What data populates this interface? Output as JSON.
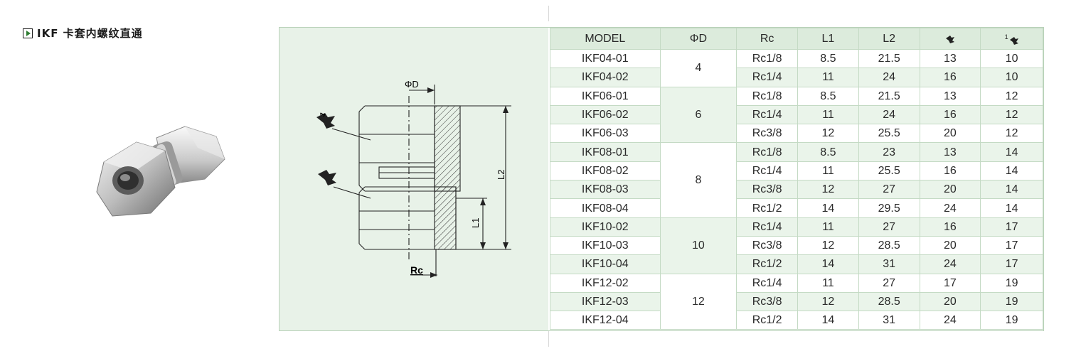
{
  "title": "IKF 卡套内螺纹直通",
  "drawing_labels": {
    "phi_d": "ΦD",
    "l2": "L2",
    "l1": "L1",
    "rc": "Rc",
    "wrench_marker": "1"
  },
  "table": {
    "headers": {
      "model": "MODEL",
      "phi_d": "ΦD",
      "rc": "Rc",
      "l1": "L1",
      "l2": "L2",
      "wrench_sup": "1"
    },
    "groups": [
      {
        "phi_d": "4",
        "rows": [
          {
            "model": "IKF04-01",
            "rc": "Rc1/8",
            "l1": "8.5",
            "l2": "21.5",
            "w1": "13",
            "w2": "10"
          },
          {
            "model": "IKF04-02",
            "rc": "Rc1/4",
            "l1": "11",
            "l2": "24",
            "w1": "16",
            "w2": "10"
          }
        ]
      },
      {
        "phi_d": "6",
        "rows": [
          {
            "model": "IKF06-01",
            "rc": "Rc1/8",
            "l1": "8.5",
            "l2": "21.5",
            "w1": "13",
            "w2": "12"
          },
          {
            "model": "IKF06-02",
            "rc": "Rc1/4",
            "l1": "11",
            "l2": "24",
            "w1": "16",
            "w2": "12"
          },
          {
            "model": "IKF06-03",
            "rc": "Rc3/8",
            "l1": "12",
            "l2": "25.5",
            "w1": "20",
            "w2": "12"
          }
        ]
      },
      {
        "phi_d": "8",
        "rows": [
          {
            "model": "IKF08-01",
            "rc": "Rc1/8",
            "l1": "8.5",
            "l2": "23",
            "w1": "13",
            "w2": "14"
          },
          {
            "model": "IKF08-02",
            "rc": "Rc1/4",
            "l1": "11",
            "l2": "25.5",
            "w1": "16",
            "w2": "14"
          },
          {
            "model": "IKF08-03",
            "rc": "Rc3/8",
            "l1": "12",
            "l2": "27",
            "w1": "20",
            "w2": "14"
          },
          {
            "model": "IKF08-04",
            "rc": "Rc1/2",
            "l1": "14",
            "l2": "29.5",
            "w1": "24",
            "w2": "14"
          }
        ]
      },
      {
        "phi_d": "10",
        "rows": [
          {
            "model": "IKF10-02",
            "rc": "Rc1/4",
            "l1": "11",
            "l2": "27",
            "w1": "16",
            "w2": "17"
          },
          {
            "model": "IKF10-03",
            "rc": "Rc3/8",
            "l1": "12",
            "l2": "28.5",
            "w1": "20",
            "w2": "17"
          },
          {
            "model": "IKF10-04",
            "rc": "Rc1/2",
            "l1": "14",
            "l2": "31",
            "w1": "24",
            "w2": "17"
          }
        ]
      },
      {
        "phi_d": "12",
        "rows": [
          {
            "model": "IKF12-02",
            "rc": "Rc1/4",
            "l1": "11",
            "l2": "27",
            "w1": "17",
            "w2": "19"
          },
          {
            "model": "IKF12-03",
            "rc": "Rc3/8",
            "l1": "12",
            "l2": "28.5",
            "w1": "20",
            "w2": "19"
          },
          {
            "model": "IKF12-04",
            "rc": "Rc1/2",
            "l1": "14",
            "l2": "31",
            "w1": "24",
            "w2": "19"
          }
        ]
      }
    ]
  }
}
